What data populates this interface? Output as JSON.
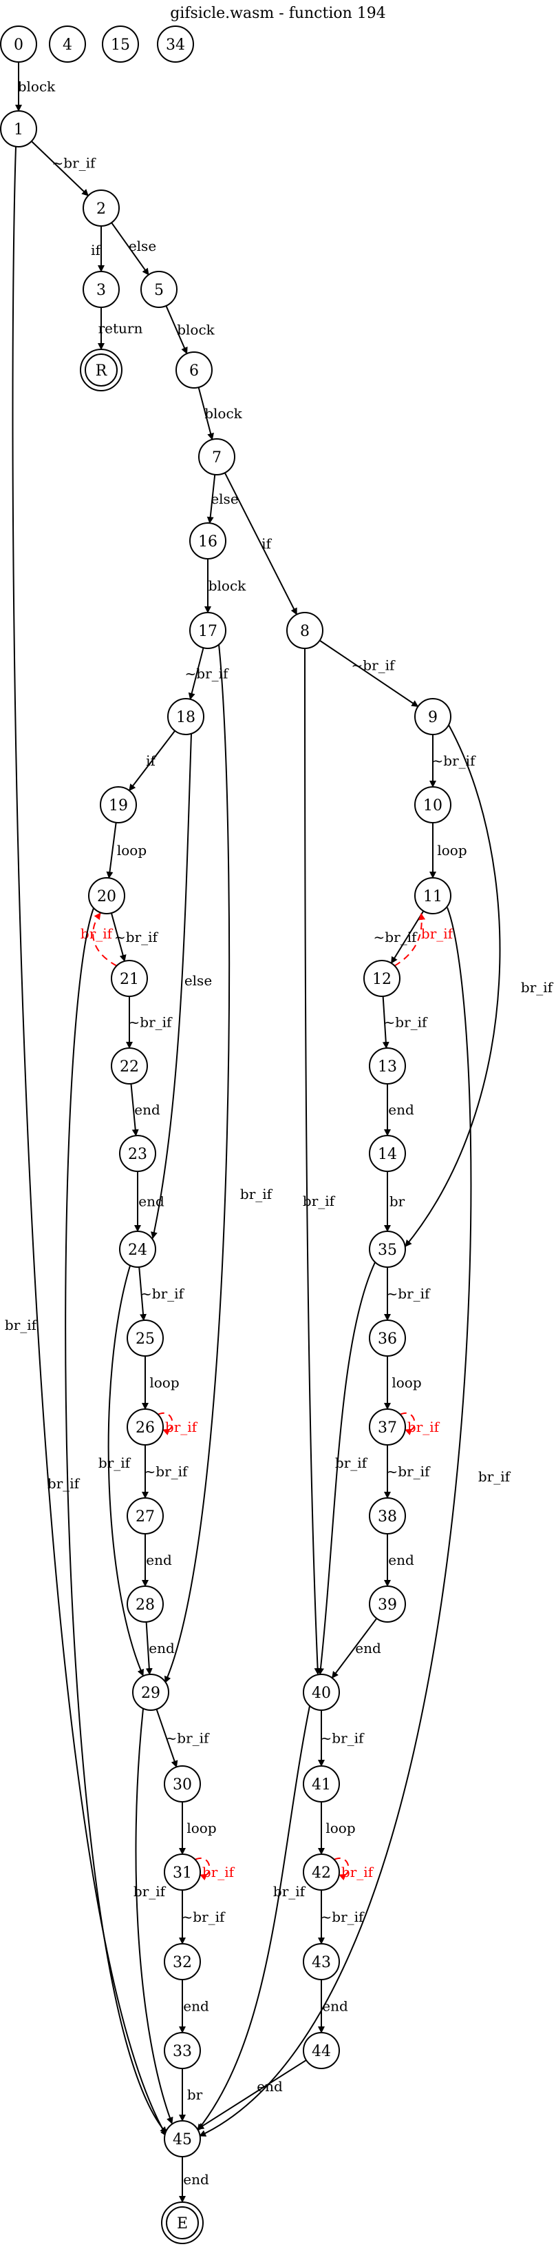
{
  "title": "gifsicle.wasm - function 194",
  "nodes": [
    "0",
    "4",
    "15",
    "34",
    "1",
    "2",
    "3",
    "R",
    "5",
    "6",
    "7",
    "16",
    "8",
    "17",
    "18",
    "19",
    "20",
    "21",
    "22",
    "23",
    "24",
    "25",
    "26",
    "27",
    "28",
    "29",
    "30",
    "31",
    "32",
    "33",
    "9",
    "10",
    "11",
    "12",
    "13",
    "14",
    "35",
    "36",
    "37",
    "38",
    "39",
    "40",
    "41",
    "42",
    "43",
    "44",
    "45",
    "E"
  ],
  "terminal_nodes": [
    "R",
    "E"
  ],
  "edges": [
    {
      "from": "0",
      "to": "1",
      "label": "block"
    },
    {
      "from": "1",
      "to": "2",
      "label": "~br_if"
    },
    {
      "from": "1",
      "to": "45",
      "label": "br_if"
    },
    {
      "from": "2",
      "to": "3",
      "label": "if"
    },
    {
      "from": "2",
      "to": "5",
      "label": "else"
    },
    {
      "from": "3",
      "to": "R",
      "label": "return"
    },
    {
      "from": "5",
      "to": "6",
      "label": "block"
    },
    {
      "from": "6",
      "to": "7",
      "label": "block"
    },
    {
      "from": "7",
      "to": "16",
      "label": "else"
    },
    {
      "from": "7",
      "to": "8",
      "label": "if"
    },
    {
      "from": "16",
      "to": "17",
      "label": "block"
    },
    {
      "from": "17",
      "to": "18",
      "label": "~br_if"
    },
    {
      "from": "17",
      "to": "29",
      "label": "br_if"
    },
    {
      "from": "18",
      "to": "19",
      "label": "if"
    },
    {
      "from": "18",
      "to": "24",
      "label": "else"
    },
    {
      "from": "19",
      "to": "20",
      "label": "loop"
    },
    {
      "from": "20",
      "to": "21",
      "label": "~br_if"
    },
    {
      "from": "21",
      "to": "20",
      "label": "br_if",
      "color": "red"
    },
    {
      "from": "20",
      "to": "45",
      "label": "br_if"
    },
    {
      "from": "21",
      "to": "22",
      "label": "~br_if"
    },
    {
      "from": "22",
      "to": "23",
      "label": "end"
    },
    {
      "from": "23",
      "to": "24",
      "label": "end"
    },
    {
      "from": "24",
      "to": "25",
      "label": "~br_if"
    },
    {
      "from": "24",
      "to": "29",
      "label": "br_if"
    },
    {
      "from": "25",
      "to": "26",
      "label": "loop"
    },
    {
      "from": "26",
      "to": "26",
      "label": "br_if",
      "color": "red"
    },
    {
      "from": "26",
      "to": "27",
      "label": "~br_if"
    },
    {
      "from": "27",
      "to": "28",
      "label": "end"
    },
    {
      "from": "28",
      "to": "29",
      "label": "end"
    },
    {
      "from": "29",
      "to": "30",
      "label": "~br_if"
    },
    {
      "from": "29",
      "to": "45",
      "label": "br_if"
    },
    {
      "from": "30",
      "to": "31",
      "label": "loop"
    },
    {
      "from": "31",
      "to": "31",
      "label": "br_if",
      "color": "red"
    },
    {
      "from": "31",
      "to": "32",
      "label": "~br_if"
    },
    {
      "from": "32",
      "to": "33",
      "label": "end"
    },
    {
      "from": "33",
      "to": "45",
      "label": "br"
    },
    {
      "from": "8",
      "to": "9",
      "label": "~br_if"
    },
    {
      "from": "8",
      "to": "40",
      "label": "br_if"
    },
    {
      "from": "9",
      "to": "10",
      "label": "~br_if"
    },
    {
      "from": "9",
      "to": "35",
      "label": "br_if"
    },
    {
      "from": "10",
      "to": "11",
      "label": "loop"
    },
    {
      "from": "11",
      "to": "12",
      "label": "~br_if"
    },
    {
      "from": "12",
      "to": "11",
      "label": "br_if",
      "color": "red"
    },
    {
      "from": "11",
      "to": "45",
      "label": "br_if"
    },
    {
      "from": "12",
      "to": "13",
      "label": "~br_if"
    },
    {
      "from": "13",
      "to": "14",
      "label": "end"
    },
    {
      "from": "14",
      "to": "35",
      "label": "br"
    },
    {
      "from": "35",
      "to": "36",
      "label": "~br_if"
    },
    {
      "from": "35",
      "to": "40",
      "label": "br_if"
    },
    {
      "from": "36",
      "to": "37",
      "label": "loop"
    },
    {
      "from": "37",
      "to": "37",
      "label": "br_if",
      "color": "red"
    },
    {
      "from": "37",
      "to": "38",
      "label": "~br_if"
    },
    {
      "from": "38",
      "to": "39",
      "label": "end"
    },
    {
      "from": "39",
      "to": "40",
      "label": "end"
    },
    {
      "from": "40",
      "to": "41",
      "label": "~br_if"
    },
    {
      "from": "40",
      "to": "45",
      "label": "br_if"
    },
    {
      "from": "41",
      "to": "42",
      "label": "loop"
    },
    {
      "from": "42",
      "to": "42",
      "label": "br_if",
      "color": "red"
    },
    {
      "from": "42",
      "to": "43",
      "label": "~br_if"
    },
    {
      "from": "43",
      "to": "44",
      "label": "end"
    },
    {
      "from": "44",
      "to": "45",
      "label": "end"
    },
    {
      "from": "45",
      "to": "E",
      "label": "end"
    }
  ],
  "colors": {
    "stroke": "#000000",
    "highlight": "#ff0000",
    "background": "#ffffff"
  }
}
